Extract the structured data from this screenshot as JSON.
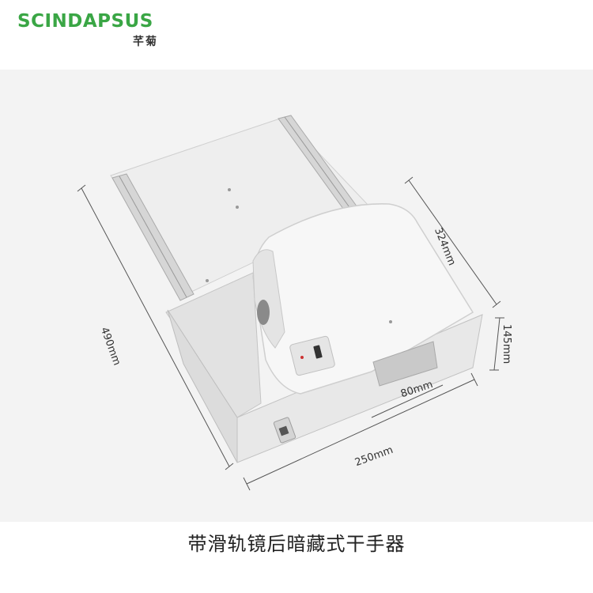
{
  "brand": {
    "logo_text": "SCINDAPSUS",
    "logo_subtext": "芊菊",
    "logo_color": "#3aa645"
  },
  "dimensions": {
    "depth": "324mm",
    "height": "145mm",
    "outlet": "80mm",
    "width": "250mm",
    "length": "490mm"
  },
  "caption": "带滑轨镜后暗藏式干手器",
  "colors": {
    "background": "#ffffff",
    "photo_background": "#f3f3f3",
    "device_body": "#f7f7f7",
    "tray": "#e9e9e9",
    "dimension_line": "#555555"
  }
}
